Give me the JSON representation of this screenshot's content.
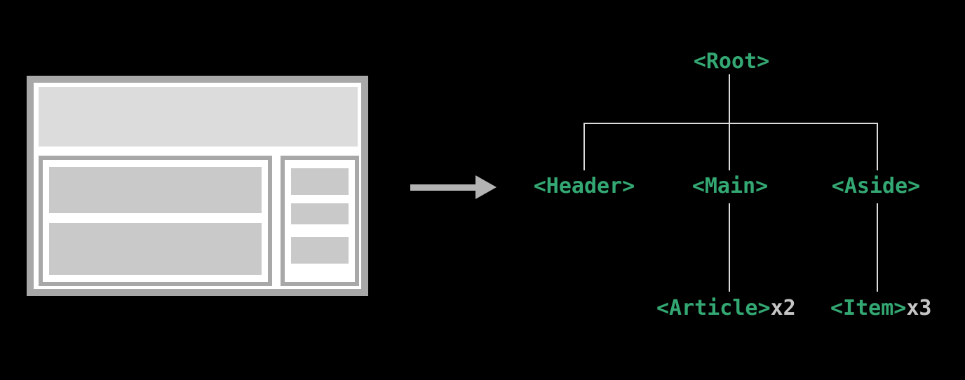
{
  "diagram": {
    "background": "#000000",
    "wireframe": {
      "frame_color": "#a8a8a8",
      "panel_fill": "#ffffff",
      "header_fill": "#dcdcdc",
      "block_fill": "#c9c9c9"
    },
    "arrow": {
      "color": "#b3b3b3",
      "direction": "right"
    },
    "tree": {
      "text_color": "#34a873",
      "count_color": "#c6c6c6",
      "line_color": "#dcdcdc",
      "root": {
        "label": "<Root>"
      },
      "children": [
        {
          "id": "header",
          "label": "<Header>"
        },
        {
          "id": "main",
          "label": "<Main>"
        },
        {
          "id": "aside",
          "label": "<Aside>"
        }
      ],
      "grandchildren": [
        {
          "id": "article",
          "label": "<Article>",
          "count": "x2",
          "parent": "main"
        },
        {
          "id": "item",
          "label": "<Item>",
          "count": "x3",
          "parent": "aside"
        }
      ]
    }
  }
}
